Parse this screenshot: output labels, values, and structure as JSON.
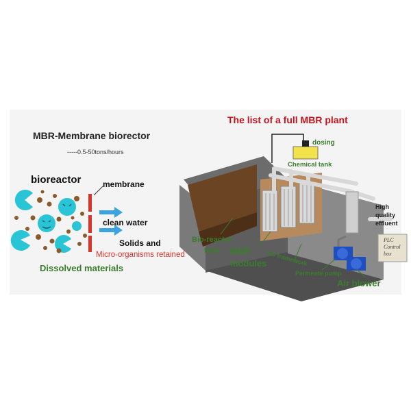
{
  "left": {
    "title": "MBR-Membrane biorector",
    "subtitle": "-----0.5-50tons/hours",
    "bioreactor_label": "bioreactor",
    "membrane_label": "membrane",
    "clean_water_label": "clean water",
    "solids_label": "Solids and",
    "microorganisms_label": "Micro-organisms retained",
    "dissolved_label": "Dissolved materials"
  },
  "right": {
    "title": "The list of a full MBR plant",
    "dosing_label": "dosing",
    "chemical_tank_label": "Chemical tank",
    "high_quality_effluent_label": "High\nquality\neffluent",
    "plc_label": "PLC\nControl\nbox",
    "bioreactor_tank_label": "Bio-reactor\ntank",
    "mbr_modules_label": "MBR\nmodules",
    "ss_framework_label": "SS framework",
    "permeate_pump_label": "Permeate pump",
    "air_blower_label": "Air blower"
  },
  "colors": {
    "title_red": "#c0141c",
    "label_green": "#3a7d2c",
    "microbe_cyan": "#29c4d6",
    "arrow_blue": "#3aa3e0",
    "membrane_red": "#d9342a",
    "retained_red": "#d9342a"
  }
}
